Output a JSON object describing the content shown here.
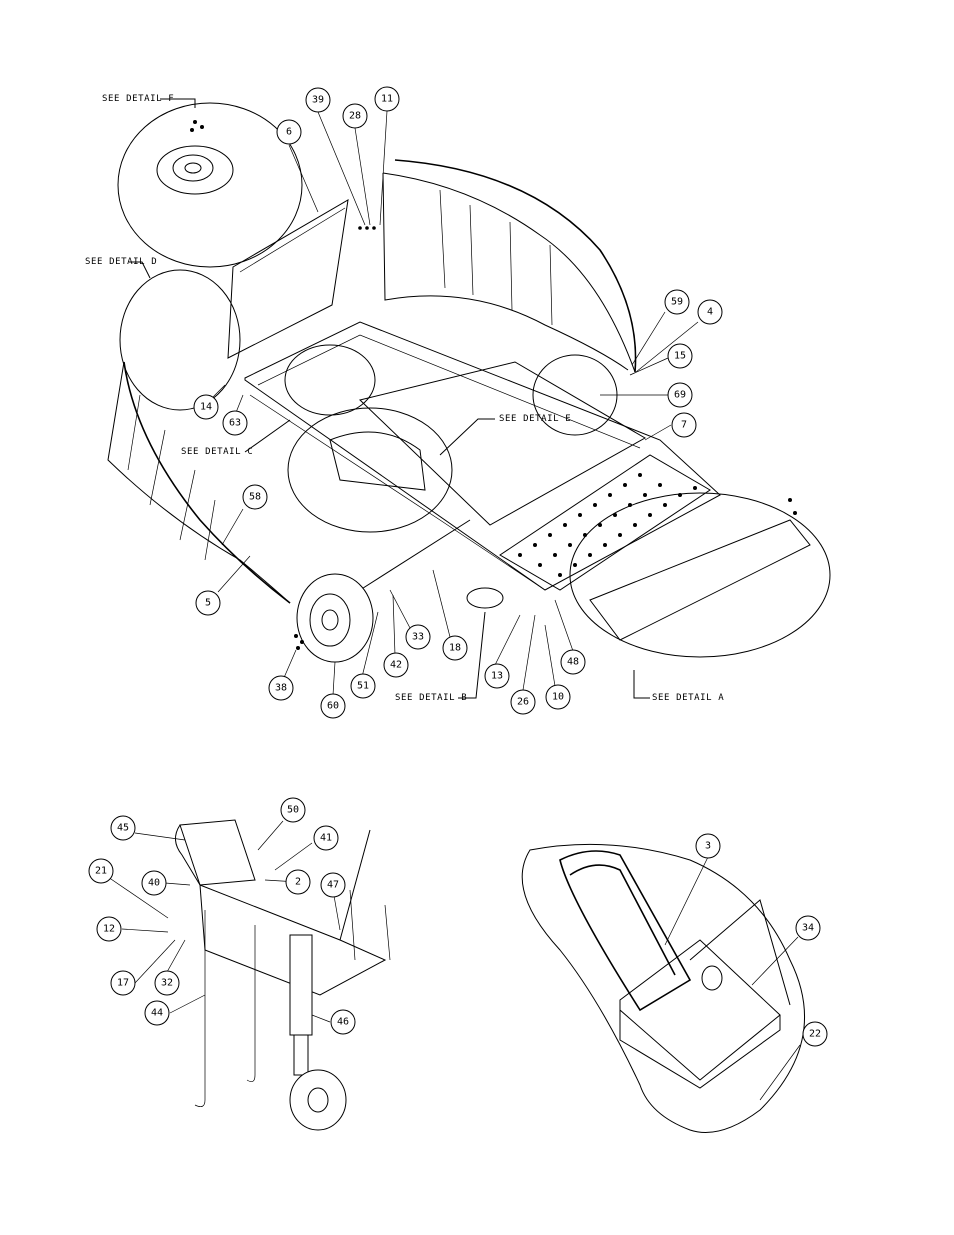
{
  "callouts": [
    "39",
    "28",
    "11",
    "6",
    "59",
    "4",
    "15",
    "69",
    "7",
    "14",
    "63",
    "58",
    "5",
    "33",
    "18",
    "42",
    "51",
    "60",
    "38",
    "13",
    "10",
    "26",
    "48",
    "50",
    "45",
    "41",
    "21",
    "40",
    "2",
    "47",
    "12",
    "17",
    "32",
    "44",
    "46",
    "3",
    "34",
    "22"
  ],
  "details": {
    "f": "SEE DETAIL  F",
    "d": "SEE DETAIL  D",
    "c": "SEE DETAIL  C",
    "e": "SEE DETAIL  E",
    "b": "SEE DETAIL  B",
    "a": "SEE DETAIL  A"
  }
}
